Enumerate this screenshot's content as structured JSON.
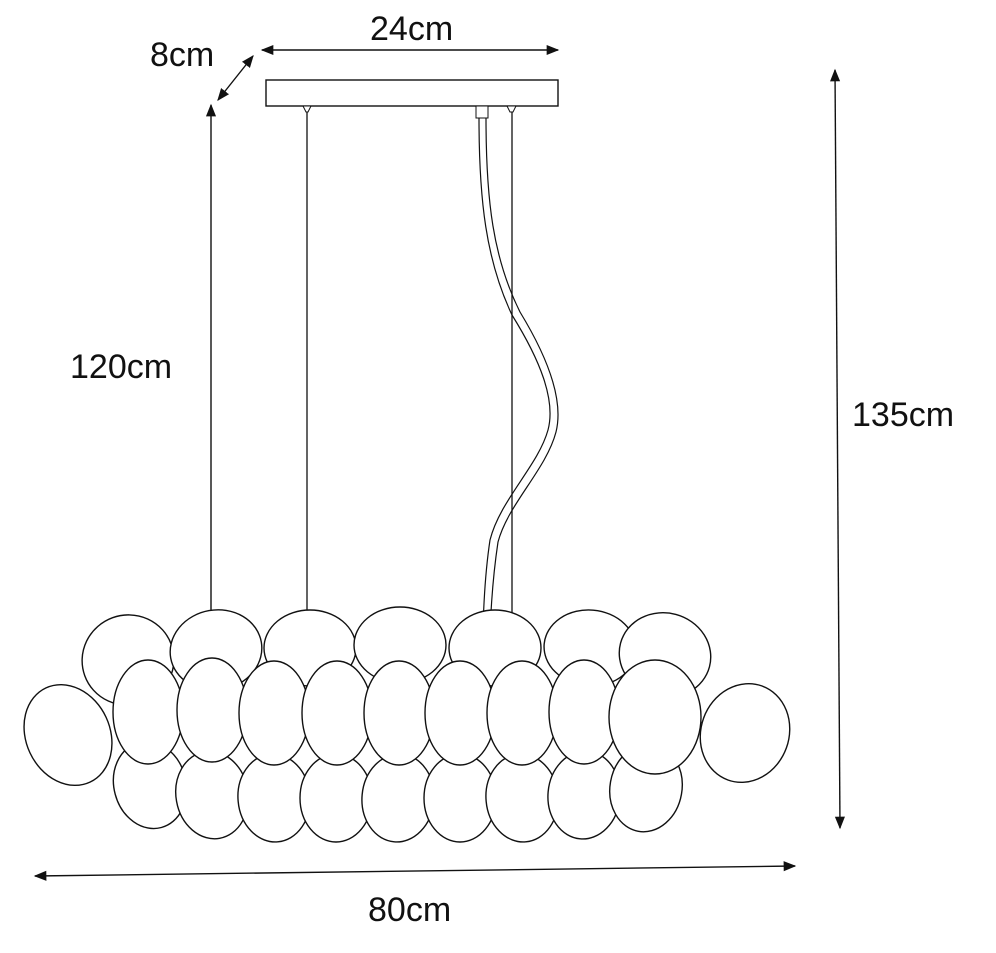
{
  "dimensions": {
    "canopy_width": "24cm",
    "canopy_depth": "8cm",
    "cable_drop": "120cm",
    "total_height": "135cm",
    "fixture_width": "80cm"
  },
  "colors": {
    "line": "#111111",
    "background": "#ffffff"
  }
}
